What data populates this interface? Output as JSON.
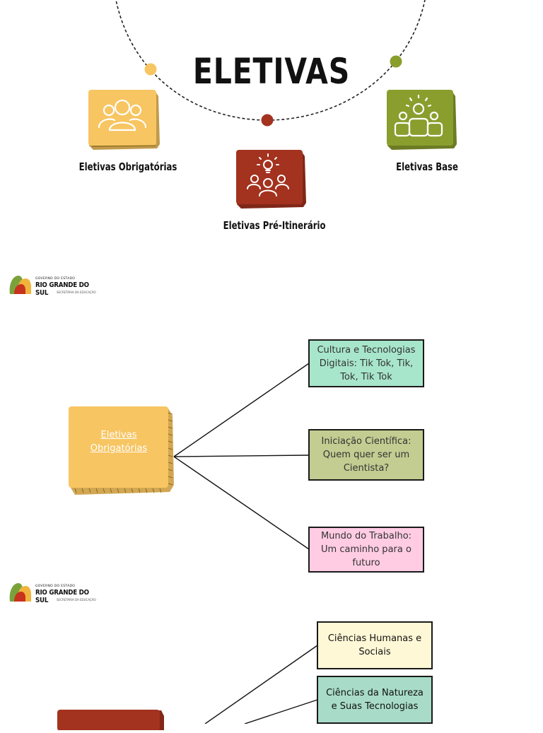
{
  "header": {
    "title": "ELETIVAS"
  },
  "categories": [
    {
      "label": "Eletivas Obrigatórias",
      "color": "#f7c562",
      "icon": "group-icon"
    },
    {
      "label": "Eletivas Pré-Itinerário",
      "color": "#a3321f",
      "icon": "idea-group-icon"
    },
    {
      "label": "Eletivas Base",
      "color": "#8a9e2e",
      "icon": "team-icon"
    }
  ],
  "dot_colors": {
    "yellow": "#f7c562",
    "green": "#8a9e2e",
    "red": "#a3321f"
  },
  "logo": {
    "line1": "GOVERNO DO ESTADO",
    "line2": "RIO GRANDE DO SUL",
    "line3": "SECRETARIA DA EDUCAÇÃO"
  },
  "mindmap1": {
    "root": {
      "label": "Eletivas Obrigatórias",
      "color": "#f7c562"
    },
    "children": [
      {
        "label": "Cultura e Tecnologias Digitais: Tik Tok, Tik, Tok, Tik Tok",
        "color": "#a8e6cc"
      },
      {
        "label": "Iniciação Científica: Quem quer ser um Cientista?",
        "color": "#c3cc91"
      },
      {
        "label": "Mundo do Trabalho: Um caminho para o futuro",
        "color": "#ffcce3"
      }
    ]
  },
  "mindmap2": {
    "root": {
      "color": "#a3321f"
    },
    "children": [
      {
        "label": "Ciências Humanas e Sociais",
        "color": "#fff8d6"
      },
      {
        "label": "Ciências da Natureza e Suas Tecnologias",
        "color": "#a8dcc8"
      }
    ]
  }
}
